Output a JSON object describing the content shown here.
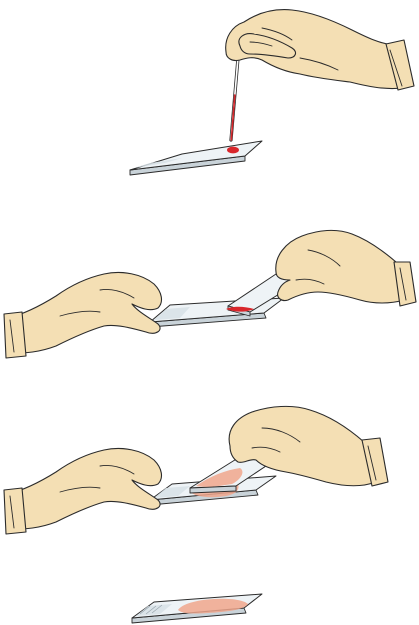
{
  "steps": [
    {
      "id": "step-1-drop-blood"
    },
    {
      "id": "step-2-spread-blood"
    },
    {
      "id": "step-3-push-smear"
    },
    {
      "id": "step-4-finished-smear"
    }
  ],
  "colors": {
    "glove": "#f4dfb4",
    "outline": "#2b2b2b",
    "slide": "#eef3f6",
    "slide_edge": "#c9d3d9",
    "frost": "#d7e0e6",
    "blood": "#d8262b",
    "smear": "#f0a68c",
    "background": "#ffffff"
  }
}
